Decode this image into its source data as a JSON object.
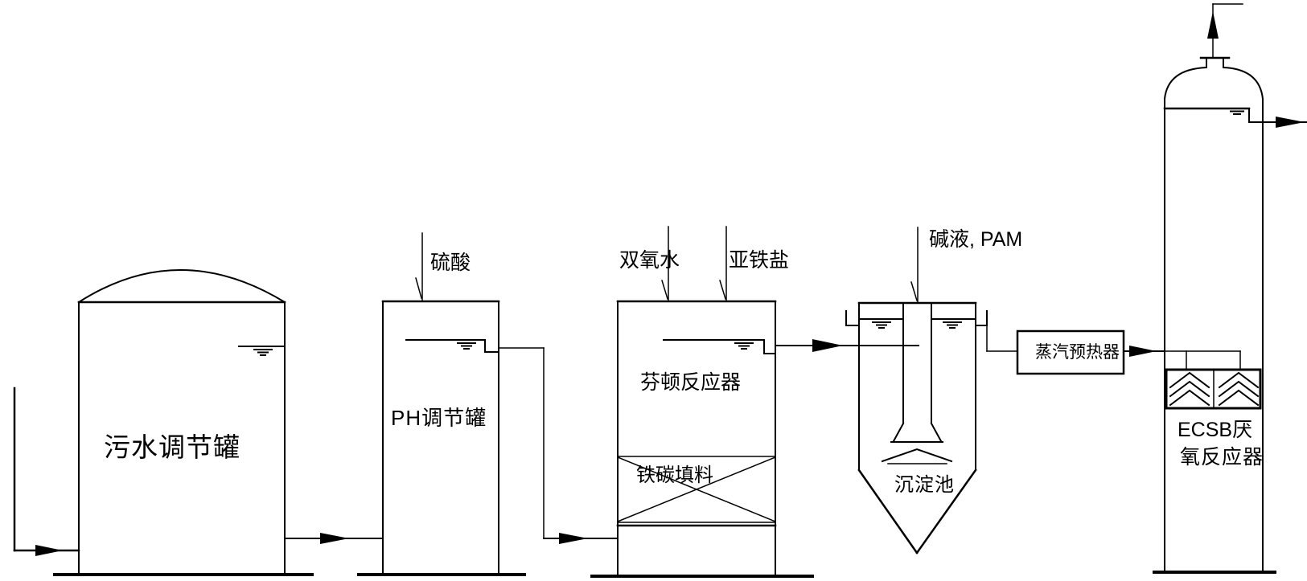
{
  "diagram": {
    "type": "process-flow-diagram",
    "background": "#ffffff",
    "line_color": "#000000",
    "equipment": [
      {
        "id": "adjust-tank",
        "label": "污水调节罐"
      },
      {
        "id": "ph-tank",
        "label": "PH调节罐"
      },
      {
        "id": "fenton-reactor",
        "label": "芬顿反应器",
        "packing_label": "铁碳填料"
      },
      {
        "id": "sedimentation-tank",
        "label": "沉淀池"
      },
      {
        "id": "steam-preheater",
        "label": "蒸汽预热器"
      },
      {
        "id": "ecsb-reactor",
        "label": "ECSB厌氧反应器",
        "label_line1": "ECSB厌",
        "label_line2": "氧反应器"
      }
    ],
    "feeds": [
      {
        "id": "sulfuric-acid",
        "label": "硫酸"
      },
      {
        "id": "hydrogen-peroxide",
        "label": "双氧水"
      },
      {
        "id": "ferrous-salt",
        "label": "亚铁盐"
      },
      {
        "id": "alkali-pam",
        "label": "碱液, PAM"
      }
    ]
  }
}
